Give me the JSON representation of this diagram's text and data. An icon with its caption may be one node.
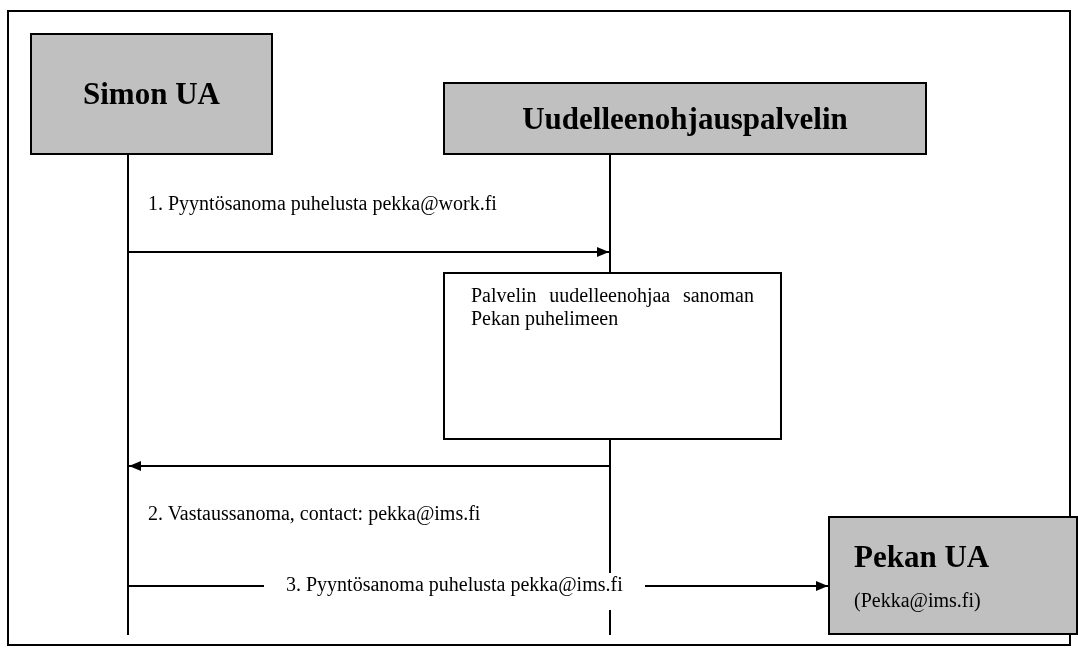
{
  "diagram": {
    "nodes": [
      {
        "text": [
          "Simon UA"
        ]
      },
      {
        "text": [
          "Uudelleenohjauspalvelin"
        ]
      },
      {
        "text": [
          "Palvelin uudelleenohjaa sanoman Pekan puhelimeen"
        ]
      },
      {
        "text": [
          "Pekan UA",
          "(Pekka@ims.fi)"
        ]
      },
      {
        "text": [],
        "shape": "bar"
      },
      {
        "text": [],
        "shape": "bar"
      }
    ],
    "edges": [
      {
        "from": 4,
        "to": 5,
        "arrow": "to",
        "label": "1. Pyyntösanoma puhelusta pekka@work.fi"
      },
      {
        "from": 5,
        "to": 4,
        "arrow": "to",
        "label": "2. Vastaussanoma, contact: pekka@ims.fi"
      },
      {
        "from": 4,
        "to": 3,
        "arrow": "to",
        "label": "3. Pyyntösanoma puhelusta pekka@ims.fi"
      }
    ]
  }
}
